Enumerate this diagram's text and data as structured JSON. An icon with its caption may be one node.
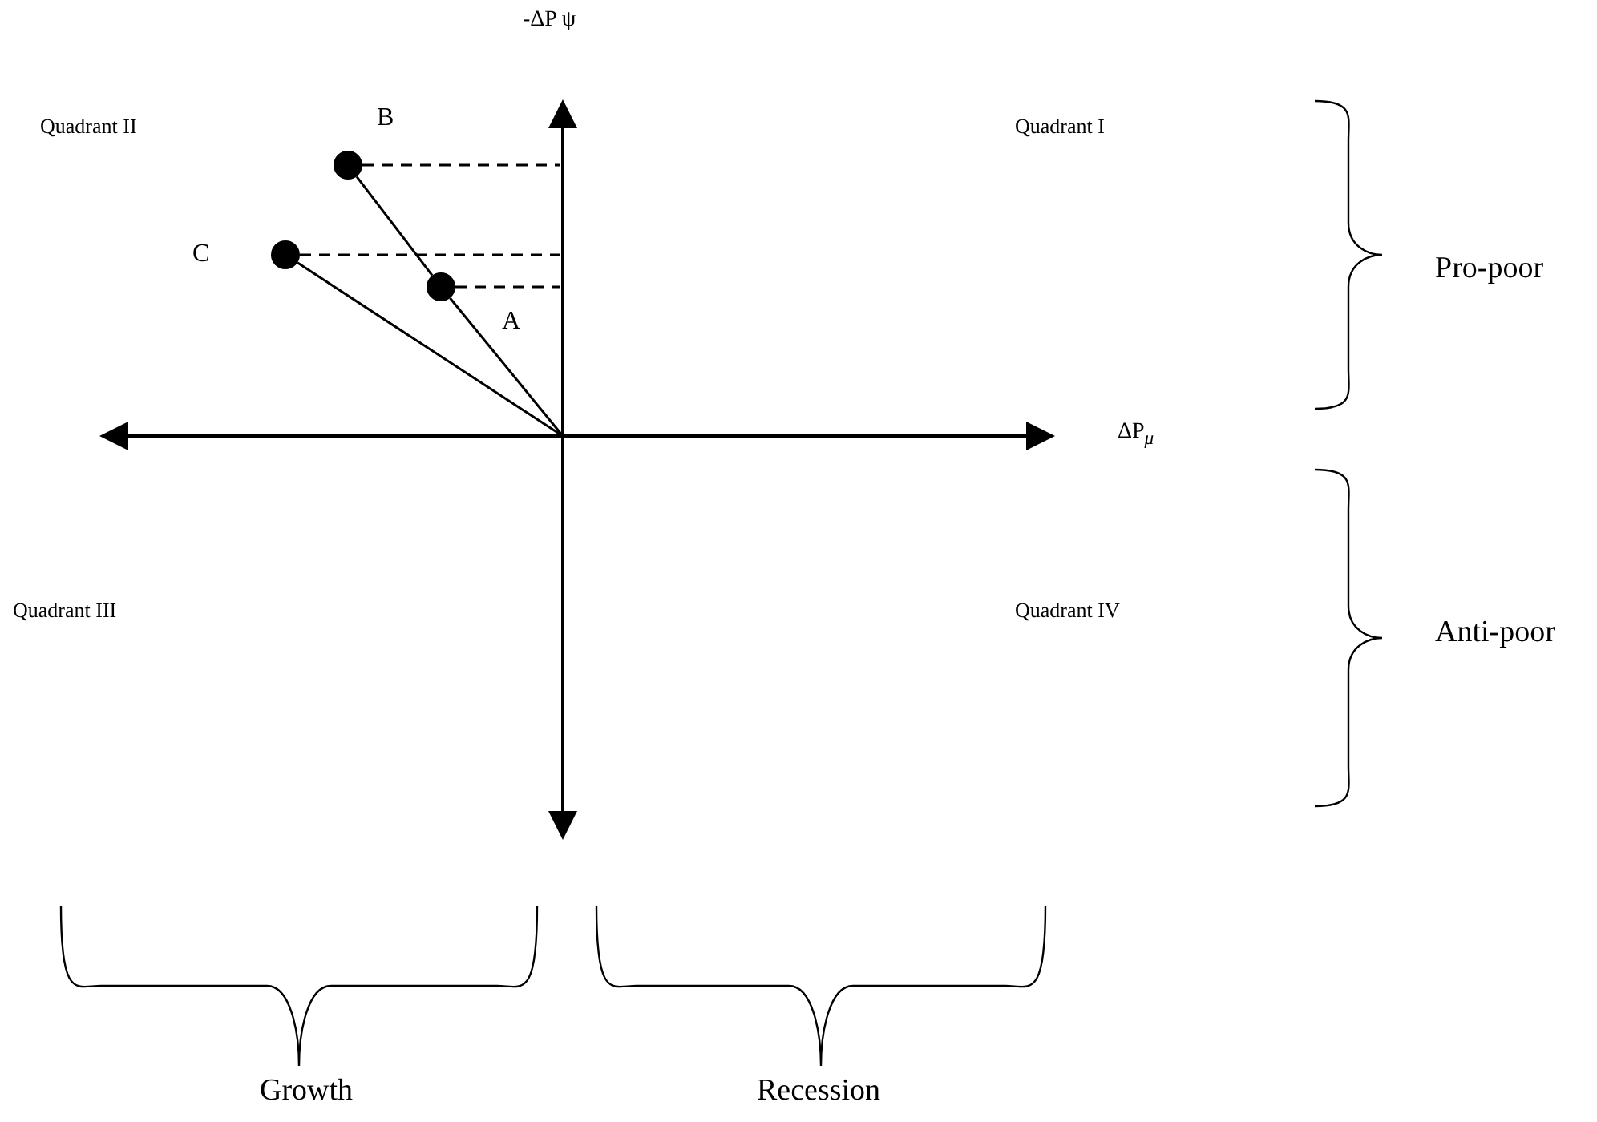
{
  "diagram": {
    "nodes": [
      {
        "text": [],
        "shape": "circle",
        "beside": [
          "B"
        ]
      },
      {
        "text": [],
        "shape": "circle",
        "beside": [
          "C"
        ]
      },
      {
        "text": [],
        "shape": "circle",
        "beside": [
          "A"
        ]
      }
    ],
    "edges": [
      {
        "from": 0,
        "to": 2,
        "arrow": "none"
      },
      {
        "from": 2,
        "to": null,
        "arrow": "none"
      },
      {
        "from": 1,
        "to": null,
        "arrow": "none"
      },
      {
        "from": 0,
        "to": null,
        "arrow": "none",
        "style": "dashed"
      },
      {
        "from": 1,
        "to": null,
        "arrow": "none",
        "style": "dashed"
      },
      {
        "from": 2,
        "to": null,
        "arrow": "none",
        "style": "dashed"
      }
    ],
    "labels": [
      "-ΔP ψ",
      "Quadrant II",
      "Quadrant I",
      "Pro-poor",
      "ΔP$_{μ}$",
      "Quadrant III",
      "Quadrant IV",
      "Anti-poor",
      "Growth",
      "Recession"
    ]
  }
}
